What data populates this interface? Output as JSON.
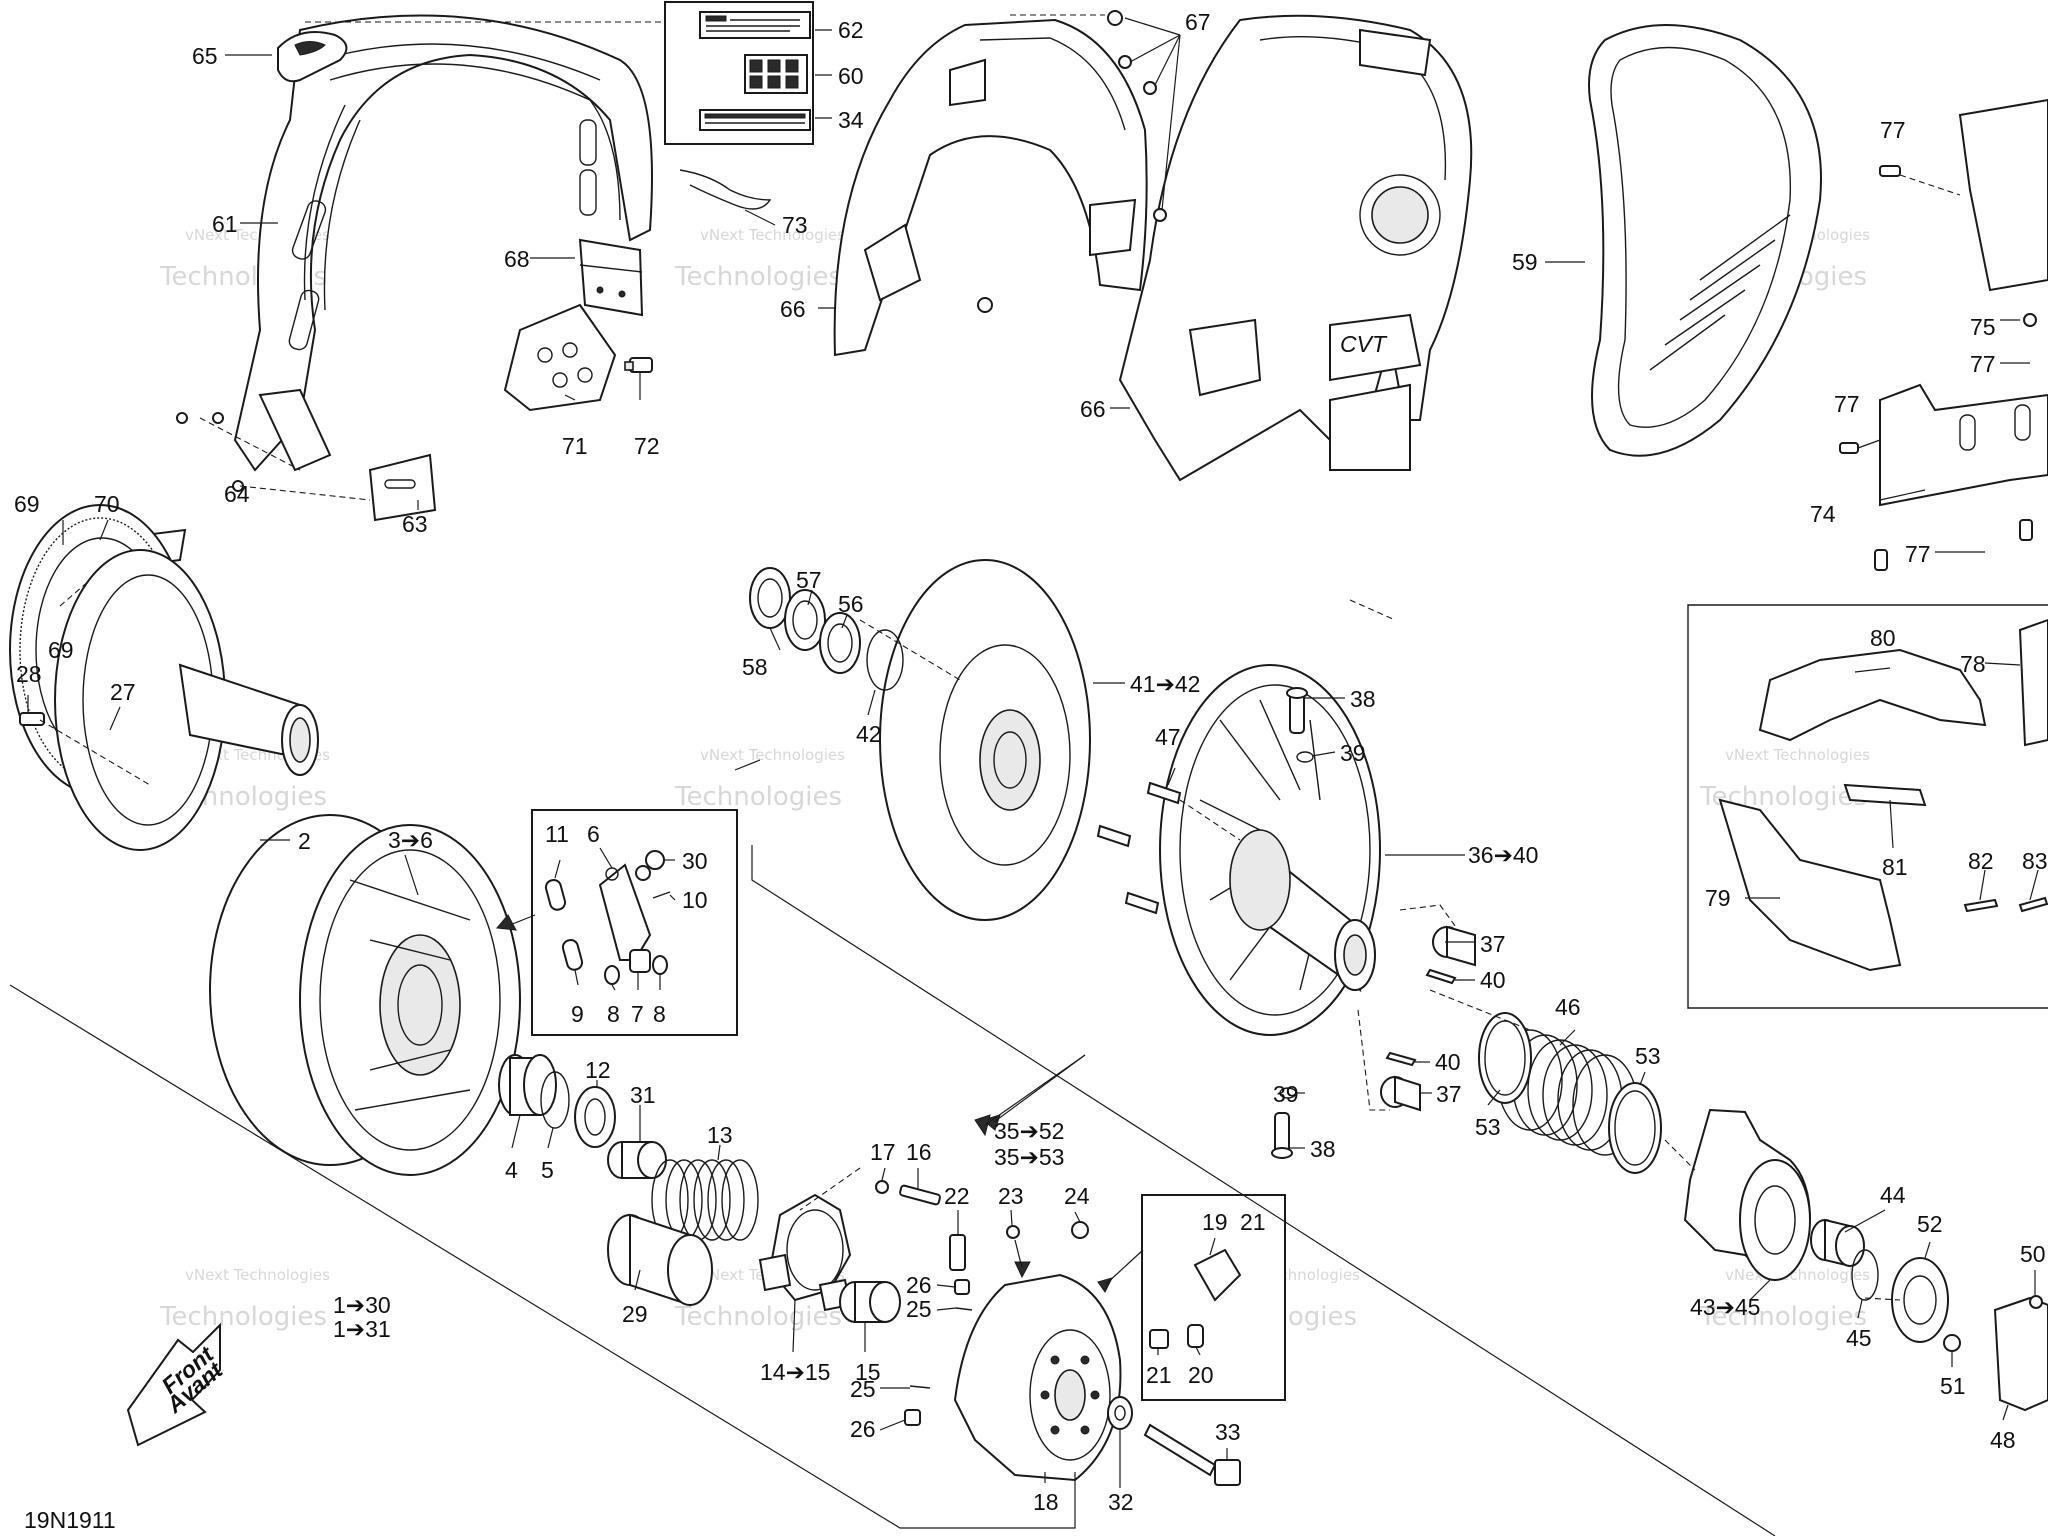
{
  "diagram": {
    "drawing_code": "19N1911",
    "front_arrow": {
      "line1": "Front",
      "line2": "Avant"
    },
    "watermark": {
      "line1": "vNext Technologies",
      "line2": "Technologies"
    },
    "callouts": {
      "c65": "65",
      "c62": "62",
      "c60": "60",
      "c34": "34",
      "c67": "67",
      "c61": "61",
      "c73": "73",
      "c68": "68",
      "c66a": "66",
      "c66b": "66",
      "c59": "59",
      "c77a": "77",
      "c75": "75",
      "c77b": "77",
      "c77c": "77",
      "c74": "74",
      "c77d": "77",
      "c71": "71",
      "c72": "72",
      "c64": "64",
      "c63": "63",
      "c69a": "69",
      "c70": "70",
      "c69b": "69",
      "c57": "57",
      "c56": "56",
      "c58": "58",
      "c42": "42",
      "c41_42": "41➔42",
      "c38a": "38",
      "c39a": "39",
      "c47": "47",
      "c36_40": "36➔40",
      "c37a": "37",
      "c40a": "40",
      "c40b": "40",
      "c39b": "39",
      "c37b": "37",
      "c38b": "38",
      "c46": "46",
      "c53a": "53",
      "c53b": "53",
      "c28": "28",
      "c27": "27",
      "c2": "2",
      "c3_6": "3➔6",
      "c11": "11",
      "c6": "6",
      "c30": "30",
      "c10": "10",
      "c9": "9",
      "c8a": "8",
      "c7": "7",
      "c8b": "8",
      "c4": "4",
      "c5": "5",
      "c12": "12",
      "c31": "31",
      "c13": "13",
      "c17": "17",
      "c16": "16",
      "c22": "22",
      "c23": "23",
      "c24": "24",
      "c35_52": "35➔52",
      "c35_53": "35➔53",
      "c29": "29",
      "c14_15": "14➔15",
      "c15": "15",
      "c26a": "26",
      "c25a": "25",
      "c25b": "25",
      "c26b": "26",
      "c19": "19",
      "c21a": "21",
      "c21b": "21",
      "c20": "20",
      "c18": "18",
      "c32": "32",
      "c33": "33",
      "c1_30": "1➔30",
      "c1_31": "1➔31",
      "c80": "80",
      "c78": "78",
      "c81": "81",
      "c82": "82",
      "c83": "83",
      "c79": "79",
      "c44": "44",
      "c43_45": "43➔45",
      "c45": "45",
      "c52": "52",
      "c50": "50",
      "c51": "51",
      "c48": "48"
    }
  }
}
